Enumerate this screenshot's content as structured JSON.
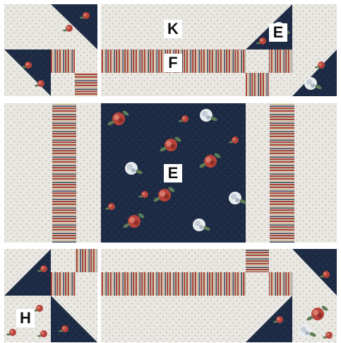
{
  "labels": {
    "k": "K",
    "e_top": "E",
    "f": "F",
    "e_center": "E",
    "h": "H"
  },
  "colors": {
    "cream": "#e9e7e1",
    "cream_dot": "#b9b6ad",
    "navy": "#1c2a44",
    "stripe_red": "#a7473b",
    "stripe_tan": "#c9b59a",
    "stripe_navy": "#33425c",
    "rose_red": "#b7433a",
    "rose_white": "#e9ecef",
    "leaf_green": "#5d7d57",
    "seam": "#ffffff"
  }
}
